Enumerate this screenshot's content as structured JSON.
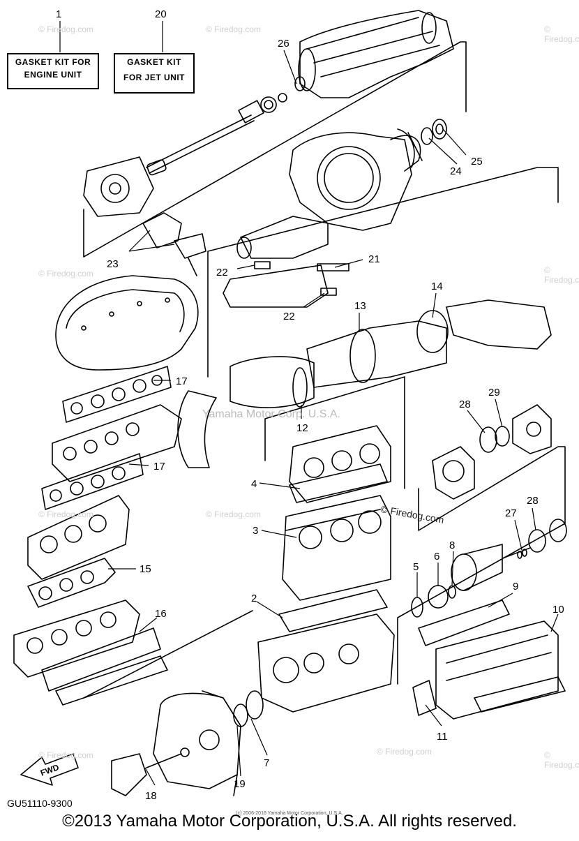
{
  "kits": [
    {
      "number": "1",
      "lines": [
        "GASKET KIT FOR",
        "ENGINE UNIT"
      ]
    },
    {
      "number": "20",
      "lines": [
        "GASKET KIT",
        "FOR JET UNIT"
      ]
    }
  ],
  "callouts": [
    "26",
    "25",
    "24",
    "23",
    "22",
    "21",
    "22",
    "14",
    "13",
    "17",
    "12",
    "17",
    "28",
    "29",
    "4",
    "3",
    "27",
    "28",
    "8",
    "6",
    "5",
    "9",
    "15",
    "2",
    "16",
    "10",
    "11",
    "7",
    "19",
    "18"
  ],
  "fwd_label": "FWD",
  "part_code": "GU51110-9300",
  "copyright": "©2013 Yamaha Motor Corporation, U.S.A. All rights reserved.",
  "tiny_copyright": "(c) 2006-2016 Yamaha Motor Corporation, U.S.A.",
  "watermark_text": "© Firedog.com",
  "center_watermark": "Yamaha Motor Corp. U.S.A.",
  "firedog_text": "© Firedog.com"
}
